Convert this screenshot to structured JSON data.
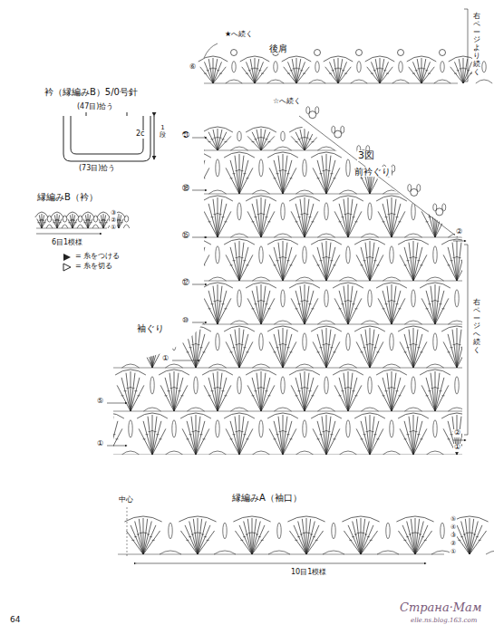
{
  "diagram": {
    "labels": [
      "★へ続く",
      "後肩",
      "右ページより続く",
      "衿（縁編みB）5/0号針",
      "(47目)拾う",
      "2c",
      "1段",
      "(73目)拾う",
      "縁編みB（衿）",
      "6目1模様",
      "= 糸をつける",
      "= 糸を切る",
      "☆へ続く",
      "3図",
      "前衿ぐり",
      "右ページへ続く",
      "袖ぐり",
      "縁編みA（袖口）",
      "中心",
      "10目1模様",
      "64",
      "Страна·Мам",
      "elle.ns.blog.163.com",
      "⑥",
      "③",
      "②",
      "①",
      "⑤",
      "④",
      "③",
      "②",
      "①",
      "㉑",
      "⑱",
      "⑮",
      "⑫",
      "⑩",
      "①",
      "⑤",
      "①",
      "②",
      "②",
      "①"
    ]
  }
}
